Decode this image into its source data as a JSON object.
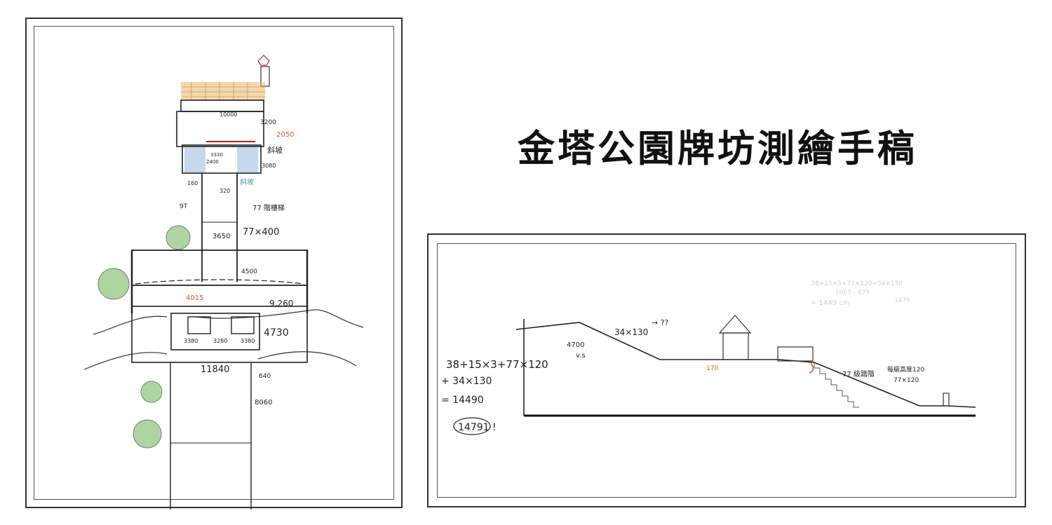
{
  "title": "金塔公園牌坊測繪手稿",
  "plan": {
    "dims": {
      "d10000": "10000",
      "d3200": "3200",
      "d2050": "2050",
      "slope_a": "斜坡",
      "d3080": "3080",
      "d3330": "3330",
      "d2400": "2400",
      "d160": "160",
      "d320": "320",
      "slope_b": "斜坡",
      "t9": "9T",
      "stairs": "77 階樓梯",
      "d3650": "3650",
      "d77x400": "77×400",
      "d4500": "4500",
      "d4015": "4015",
      "d9260": "9,260",
      "d3380a": "3380",
      "d3280": "3280",
      "d3380b": "3380",
      "d4730": "4730",
      "d11840": "11840",
      "d640": "640",
      "d8060": "8060"
    }
  },
  "section": {
    "calc": {
      "line1": "38+15×3+77×120",
      "line2": "+ 34×130",
      "line3": "= 14490",
      "result": "14791 !"
    },
    "labels": {
      "d34x130": "34×130",
      "q": "→ ??",
      "d4700": "4700",
      "vs": "v.s",
      "d170": "170",
      "stairs77": "77 級踏階",
      "d77x120": "77×120",
      "each": "每級高度120"
    },
    "faint": {
      "f1": "38+15×3+77×120+34×130",
      "f2": "1007 - 675",
      "f3": "= 1449 cm",
      "f4": "1470"
    }
  },
  "colors": {
    "ink": "#222222",
    "orange": "#e0562a",
    "blue": "#5b8fc7",
    "green": "#8cc47a",
    "brick": "#e9b670"
  }
}
